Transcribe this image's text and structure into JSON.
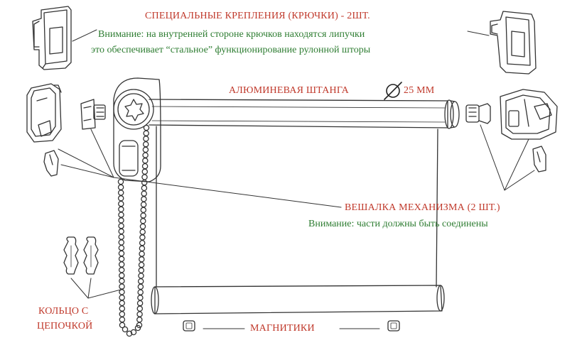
{
  "labels": {
    "hooks_title": "СПЕЦИАЛЬНЫЕ КРЕПЛЕНИЯ (КРЮЧКИ) - 2ШТ.",
    "hooks_note_1": "Внимание: на внутренней стороне крючков находятся липучки",
    "hooks_note_2": "это обеспечивает “стальное” функционирование рулонной шторы",
    "rod_title": "АЛЮМИНЕВАЯ ШТАНГА",
    "rod_size": "25 ММ",
    "mechanism_title": "ВЕШАЛКА МЕХАНИЗМА (2 ШТ.)",
    "mechanism_note": "Внимание: части должны быть соединены",
    "ring_line_1": "КОЛЬЦО С",
    "ring_line_2": "ЦЕПОЧКОЙ",
    "magnets": "МАГНИТИКИ"
  },
  "colors": {
    "title_red": "#c0392b",
    "note_green": "#2e7d32",
    "drawing": "#333333"
  },
  "icons": {
    "diameter_symbol": "diameter-icon"
  }
}
